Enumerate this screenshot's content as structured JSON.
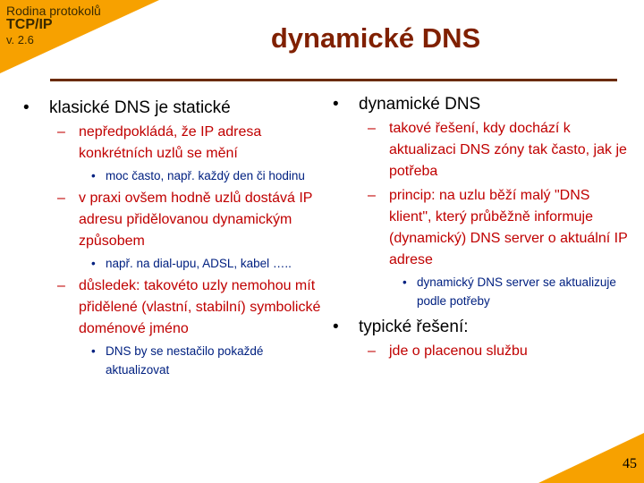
{
  "header": {
    "line1": "Rodina protokolů",
    "line2": "TCP/IP",
    "line3": "v. 2.6"
  },
  "title": "dynamické DNS",
  "left": {
    "item1": "klasické DNS je statické",
    "sub1": "nepředpokládá, že IP adresa konkrétních uzlů se mění",
    "sub1_detail": "moc často, např. každý den či hodinu",
    "sub2": "v praxi ovšem hodně uzlů dostává IP adresu přidělovanou dynamickým způsobem",
    "sub2_detail": "např. na dial-upu, ADSL, kabel …..",
    "sub3": "důsledek: takovéto uzly nemohou mít přidělené (vlastní, stabilní) symbolické doménové jméno",
    "sub3_detail": "DNS by se nestačilo pokaždé aktualizovat"
  },
  "right": {
    "item1": "dynamické DNS",
    "sub1": "takové řešení, kdy dochází k aktualizaci DNS zóny tak často, jak je potřeba",
    "sub2": "princip: na uzlu běží malý \"DNS klient\", který průběžně informuje (dynamický) DNS server o aktuální IP adrese",
    "sub2_detail": "dynamický DNS server se aktualizuje podle potřeby",
    "item2": "typické řešení:",
    "item2_sub1": "jde o placenou službu"
  },
  "page_number": "45",
  "colors": {
    "accent_orange": "#f7a100",
    "title_color": "#802000",
    "level2_color": "#c00000",
    "level3_color": "#002080"
  }
}
